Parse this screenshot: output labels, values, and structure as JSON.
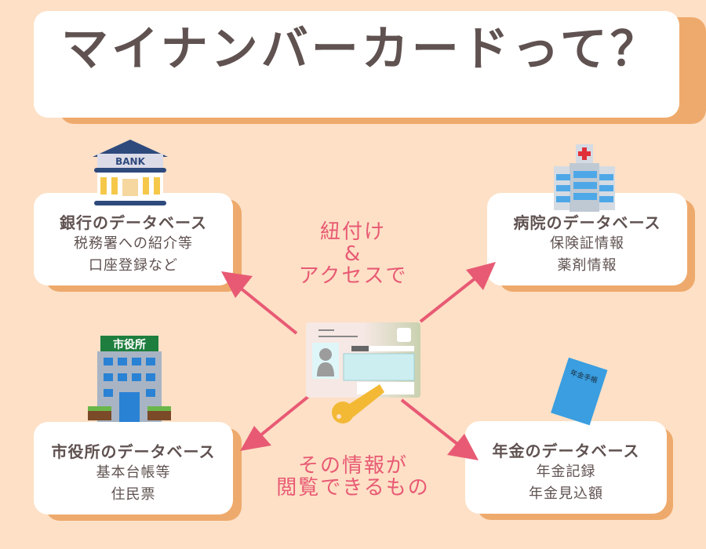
{
  "title": "マイナンバーカードって？",
  "colors": {
    "background": "#fde0c6",
    "card": "#ffffff",
    "shadow": "#eeaa6c",
    "text": "#5f5250",
    "accent": "#e85a74",
    "key": "#f3b935"
  },
  "center": {
    "top_lines": [
      "紐付け",
      "&",
      "アクセスで"
    ],
    "bottom_lines": [
      "その情報が",
      "閲覧できるもの"
    ]
  },
  "cards": {
    "bank": {
      "heading": "銀行のデータベース",
      "lines": [
        "税務署への紹介等",
        "口座登録など"
      ],
      "icon_label": "BANK"
    },
    "hospital": {
      "heading": "病院のデータベース",
      "lines": [
        "保険証情報",
        "薬剤情報"
      ]
    },
    "cityhall": {
      "heading": "市役所のデータベース",
      "lines": [
        "基本台帳等",
        "住民票"
      ],
      "icon_label": "市役所"
    },
    "pension": {
      "heading": "年金のデータベース",
      "lines": [
        "年金記録",
        "年金見込額"
      ],
      "icon_label": "年金手帳"
    }
  }
}
